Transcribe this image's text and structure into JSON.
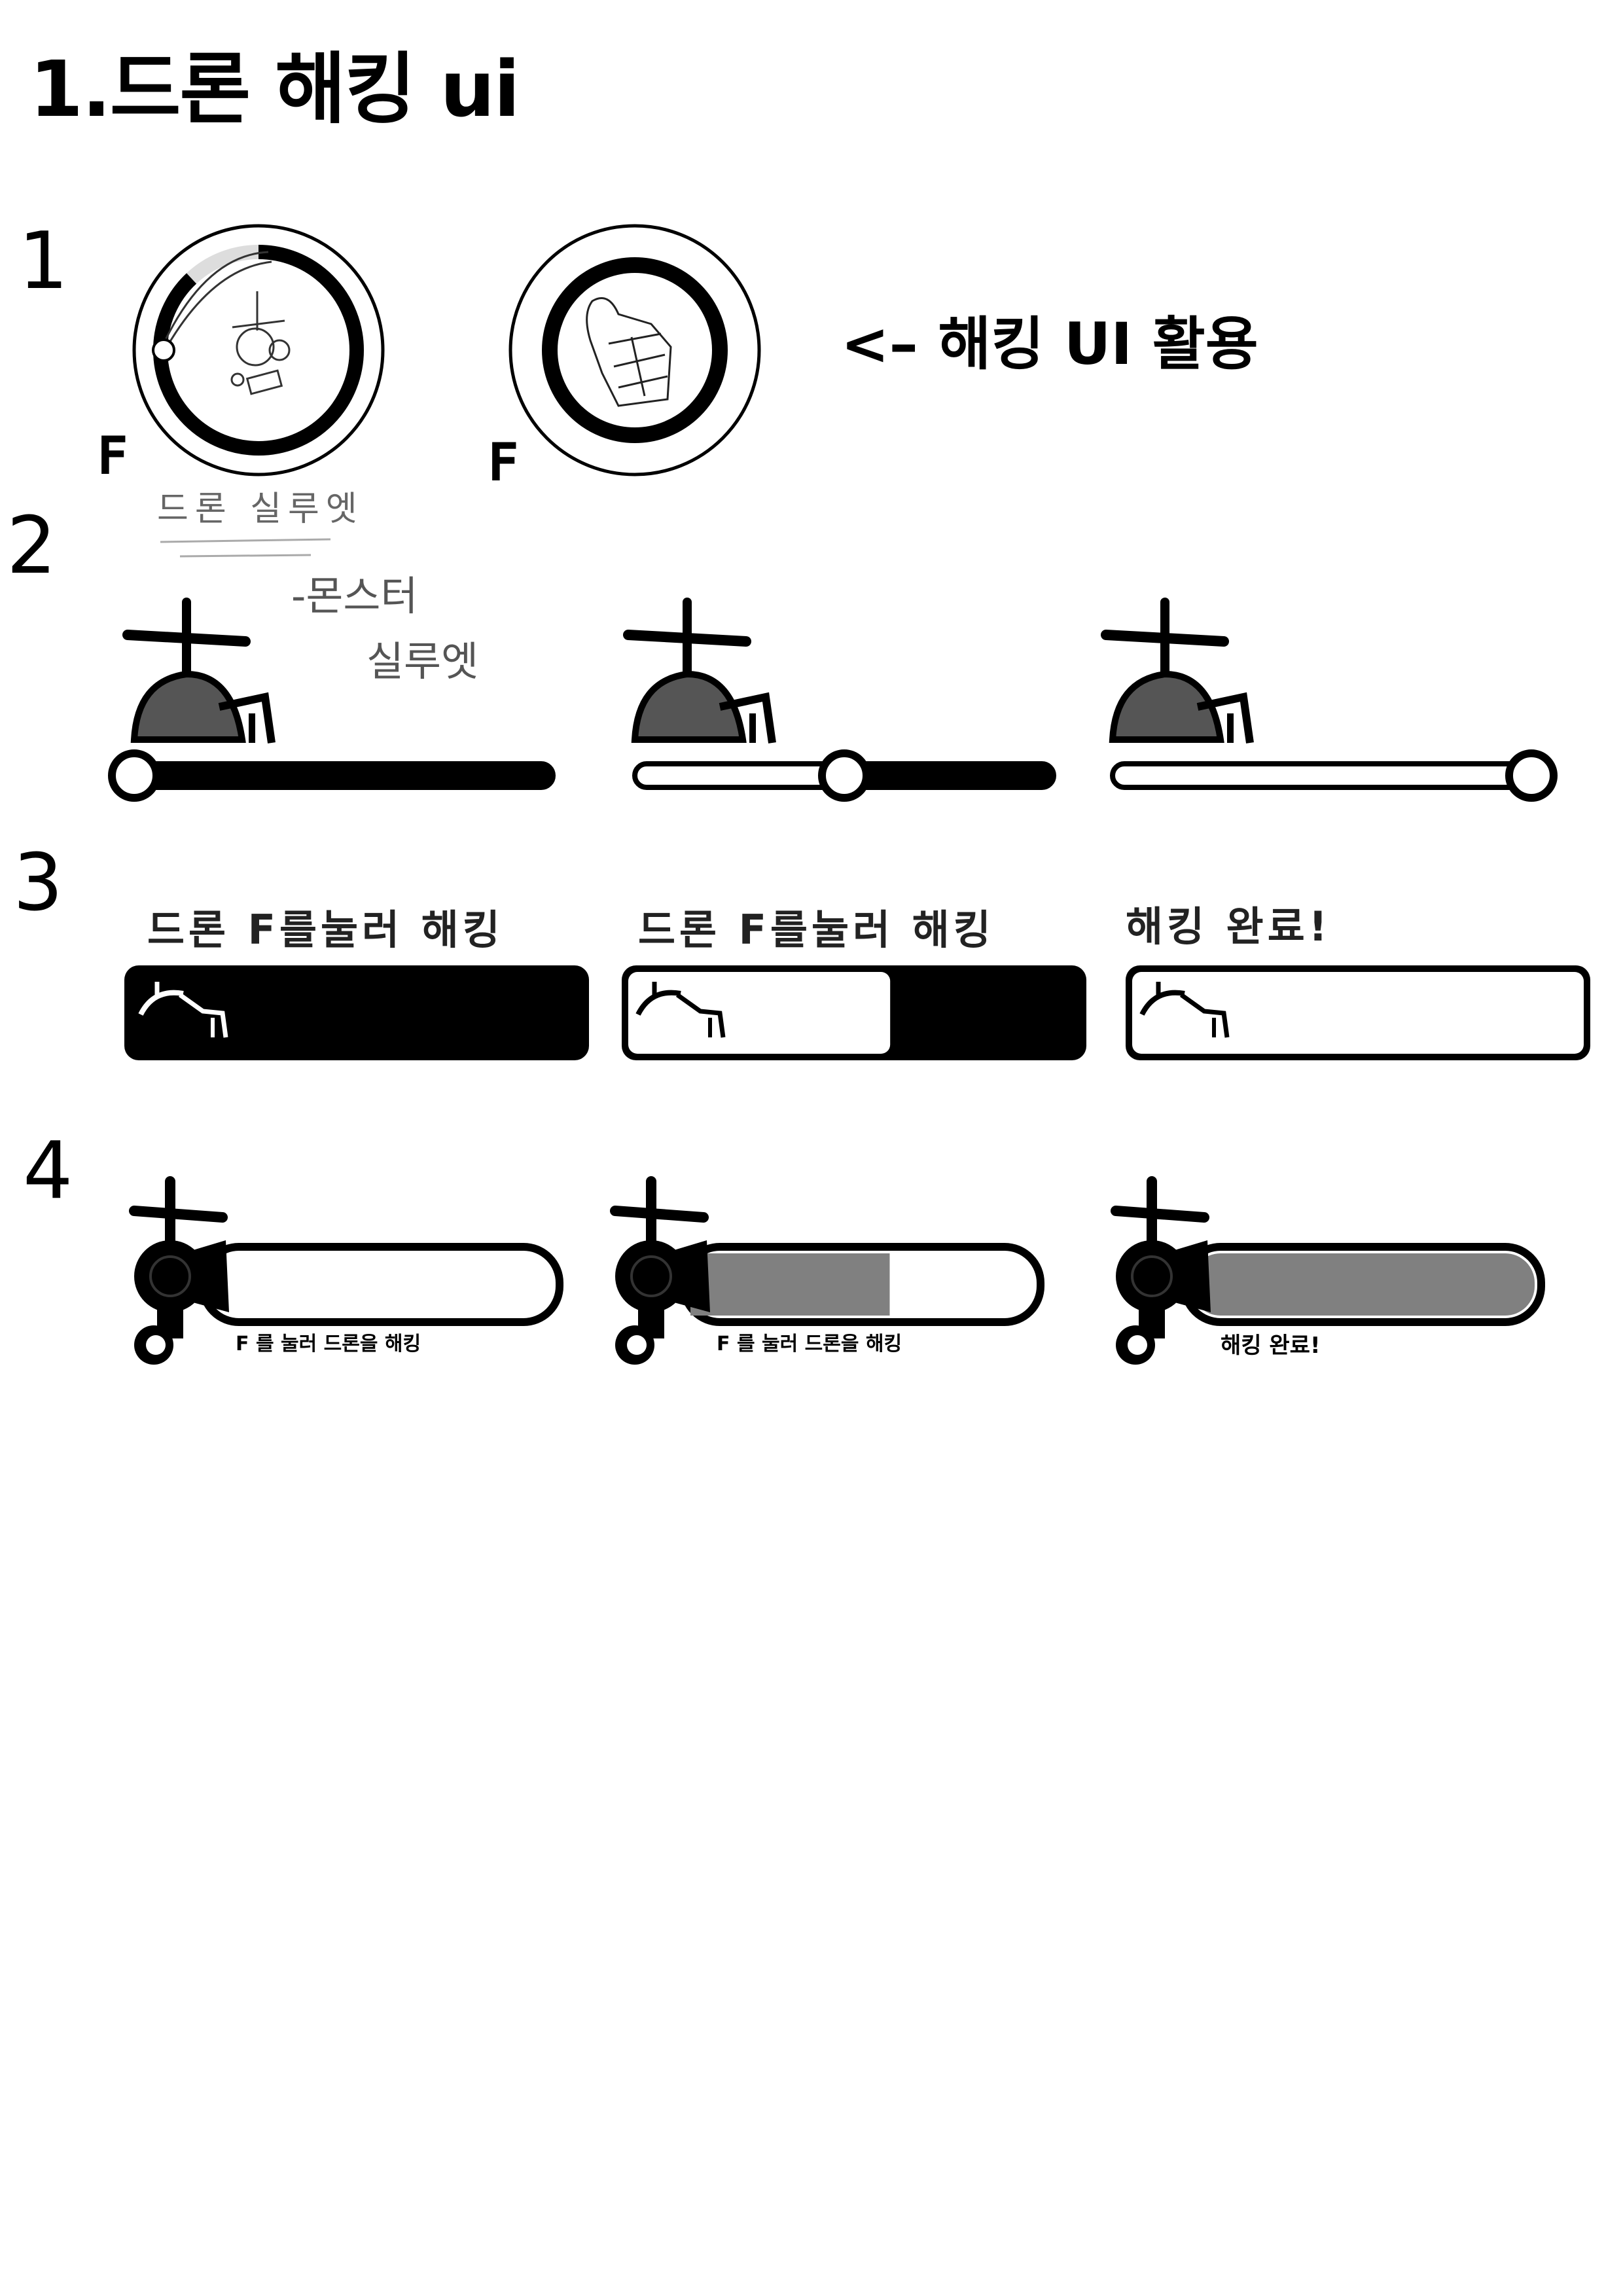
{
  "title": "1.드론 해킹 ui",
  "sections": [
    {
      "number": "1",
      "key_labels": [
        "F",
        "F"
      ],
      "note": "<– 해킹 UI 활용",
      "caption": "드론 실루엣",
      "ring_progress": [
        0.88,
        1.0
      ]
    },
    {
      "number": "2",
      "note_line1": "-몬스터",
      "note_line2": "실루엣",
      "slider_progress": [
        0.0,
        0.5,
        1.0
      ]
    },
    {
      "number": "3",
      "labels": [
        "드론 F를눌러 해킹",
        "드론 F를눌러 해킹",
        "해킹 완료!"
      ],
      "bar_progress": [
        0.0,
        0.58,
        1.0
      ]
    },
    {
      "number": "4",
      "labels": [
        "F 를 눌러 드론을 해킹",
        "F 를 눌러 드론을 해킹",
        "해킹 완료!"
      ],
      "bar_progress": [
        0.0,
        0.58,
        1.0
      ]
    }
  ],
  "colors": {
    "ink": "#000000",
    "paper": "#ffffff",
    "fill_gray": "#808080"
  }
}
